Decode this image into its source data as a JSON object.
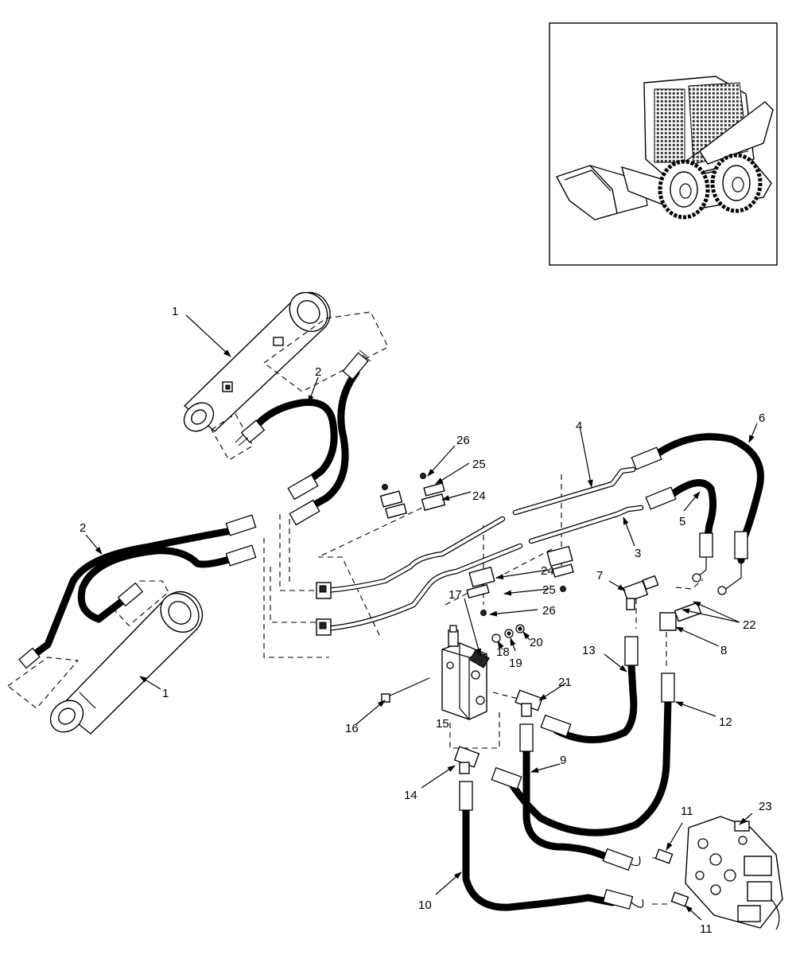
{
  "callouts": {
    "c1_top": "1",
    "c1_bottom": "1",
    "c2_top": "2",
    "c2_left": "2",
    "c3": "3",
    "c4": "4",
    "c5": "5",
    "c6": "6",
    "c7": "7",
    "c8": "8",
    "c9": "9",
    "c10": "10",
    "c11_top": "11",
    "c11_bottom": "11",
    "c12": "12",
    "c13": "13",
    "c14": "14",
    "c15": "15",
    "c16": "16",
    "c17": "17",
    "c18": "18",
    "c19": "19",
    "c20": "20",
    "c21": "21",
    "c22": "22",
    "c23": "23",
    "c24_top": "24",
    "c24_mid": "24",
    "c25_top": "25",
    "c25_mid": "25",
    "c26_top": "26",
    "c26_mid": "26"
  },
  "colors": {
    "line": "#000000",
    "background": "#ffffff"
  }
}
